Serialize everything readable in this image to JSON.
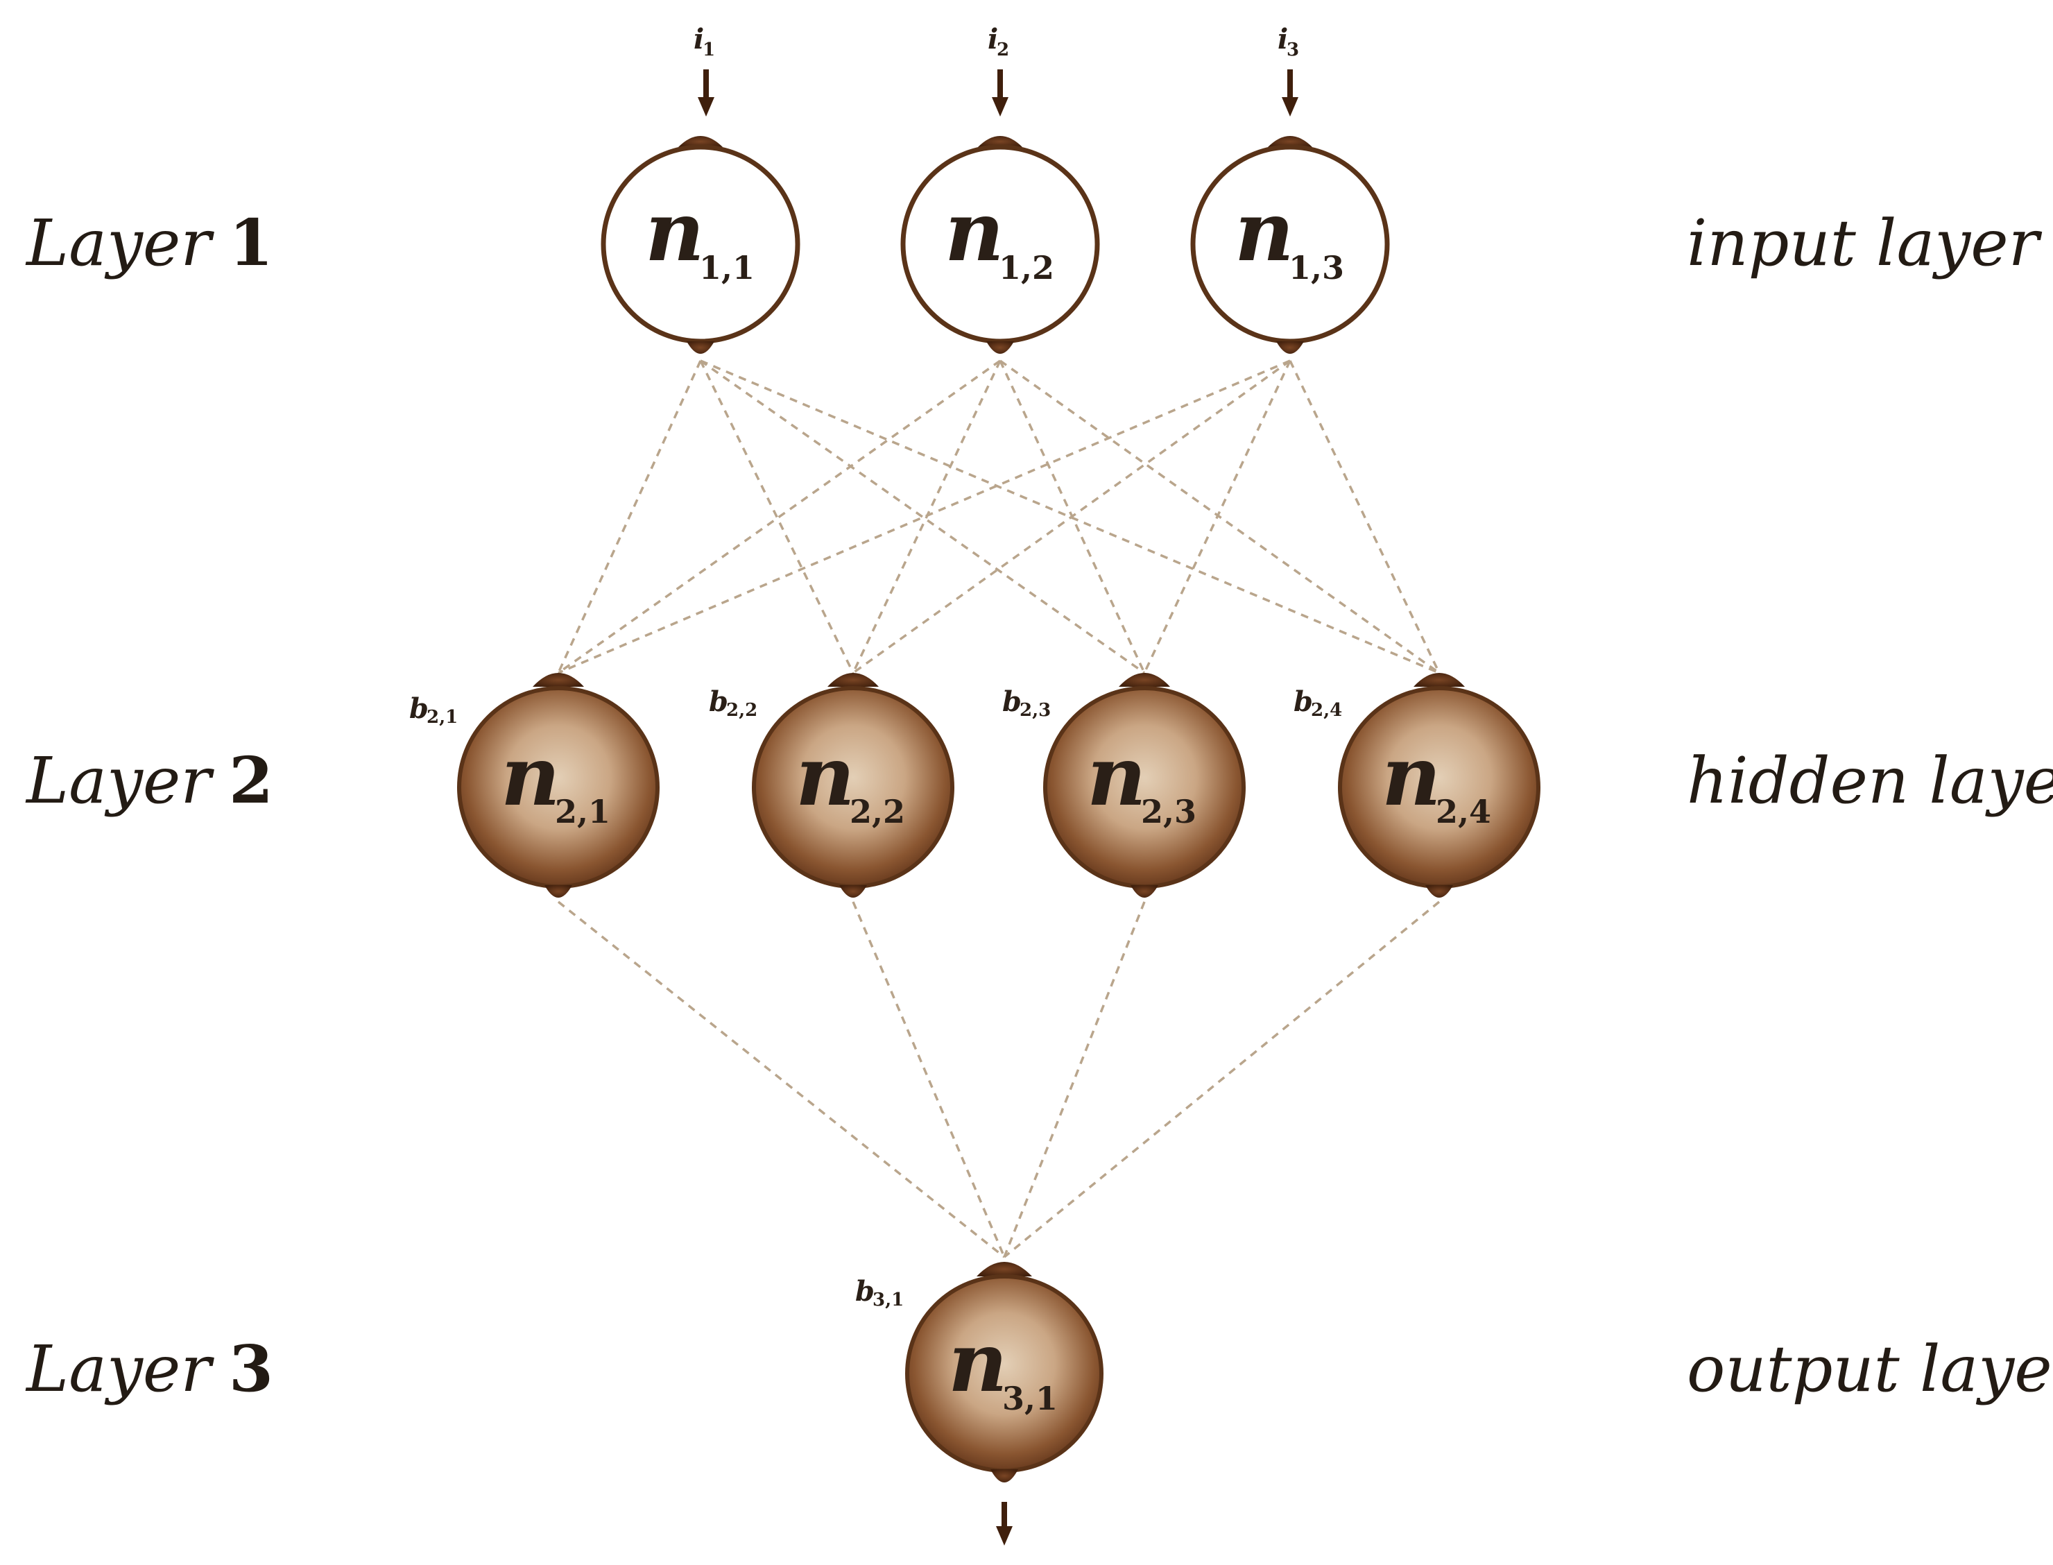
{
  "layers": [
    {
      "word": "Layer",
      "number": "1",
      "role": "input layer"
    },
    {
      "word": "Layer",
      "number": "2",
      "role": "hidden layer"
    },
    {
      "word": "Layer",
      "number": "3",
      "role": "output layer"
    }
  ],
  "nodes": {
    "layer1": [
      {
        "symbol": "n",
        "index": "1,1"
      },
      {
        "symbol": "n",
        "index": "1,2"
      },
      {
        "symbol": "n",
        "index": "1,3"
      }
    ],
    "layer2": [
      {
        "symbol": "n",
        "index": "2,1"
      },
      {
        "symbol": "n",
        "index": "2,2"
      },
      {
        "symbol": "n",
        "index": "2,3"
      },
      {
        "symbol": "n",
        "index": "2,4"
      }
    ],
    "layer3": [
      {
        "symbol": "n",
        "index": "3,1"
      }
    ]
  },
  "inputs": [
    {
      "symbol": "i",
      "index": "1"
    },
    {
      "symbol": "i",
      "index": "2"
    },
    {
      "symbol": "i",
      "index": "3"
    }
  ],
  "biases": [
    {
      "symbol": "b",
      "index": "2,1"
    },
    {
      "symbol": "b",
      "index": "2,2"
    },
    {
      "symbol": "b",
      "index": "2,3"
    },
    {
      "symbol": "b",
      "index": "2,4"
    },
    {
      "symbol": "b",
      "index": "3,1"
    }
  ],
  "colors": {
    "input_fill": "#ffffff",
    "node_outline": "#5a3318",
    "hidden_fill_center": "#d9bfa2",
    "hidden_fill_edge": "#6e3e1c",
    "connection": "#b9a58c",
    "text": "#231b14"
  }
}
